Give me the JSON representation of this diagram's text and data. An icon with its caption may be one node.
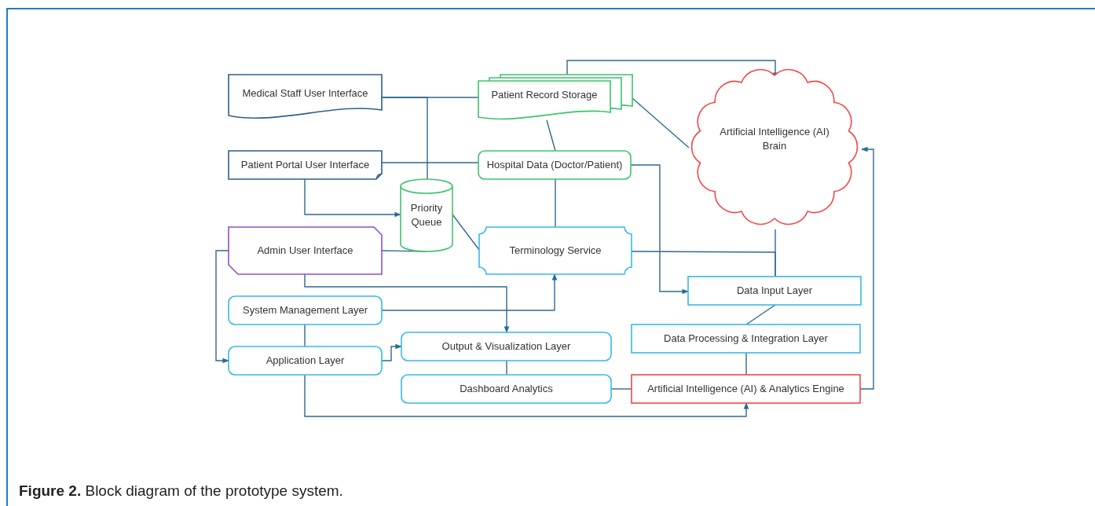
{
  "diagram": {
    "caption": "**Figure 2.** Block diagram of the prototype system.",
    "nodes": [
      {
        "text": [
          "Medical Staff User Interface"
        ]
      },
      {
        "text": [
          "Patient Record Storage"
        ]
      },
      {
        "text": [
          "Artificial Intelligence (AI) Brain"
        ]
      },
      {
        "text": [
          "Patient Portal User Interface"
        ]
      },
      {
        "text": [
          "Hospital Data (Doctor/Patient)"
        ]
      },
      {
        "text": [
          "Priority Queue"
        ]
      },
      {
        "text": [
          "Admin User Interface"
        ]
      },
      {
        "text": [
          "Terminology Service"
        ]
      },
      {
        "text": [
          "Data Input Layer"
        ]
      },
      {
        "text": [
          "System Management Layer"
        ]
      },
      {
        "text": [
          "Output & Visualization Layer"
        ]
      },
      {
        "text": [
          "Application Layer"
        ]
      },
      {
        "text": [
          "Data Processing & Integration Layer"
        ]
      },
      {
        "text": [
          "Dashboard Analytics"
        ]
      },
      {
        "text": [
          "Artificial Intelligence (AI) & Analytics Engine"
        ]
      }
    ],
    "edges": [
      {
        "from": 0,
        "to": 1,
        "arrow": "none"
      },
      {
        "from": 0,
        "to": 5,
        "arrow": "none"
      },
      {
        "from": 3,
        "to": 4,
        "arrow": "none"
      },
      {
        "from": 3,
        "to": 5,
        "arrow": "to"
      },
      {
        "from": 6,
        "to": 5,
        "arrow": "none"
      },
      {
        "from": 5,
        "to": 7,
        "arrow": "none"
      },
      {
        "from": 1,
        "to": 4,
        "arrow": "none"
      },
      {
        "from": 4,
        "to": 7,
        "arrow": "none"
      },
      {
        "from": 1,
        "to": 2,
        "arrow": "to"
      },
      {
        "from": 1,
        "to": 2,
        "arrow": "none"
      },
      {
        "from": 4,
        "to": 8,
        "arrow": "to"
      },
      {
        "from": 7,
        "to": 8,
        "arrow": "none"
      },
      {
        "from": 2,
        "to": 8,
        "arrow": "none"
      },
      {
        "from": 6,
        "to": 10,
        "arrow": "to"
      },
      {
        "from": 9,
        "to": 7,
        "arrow": "to"
      },
      {
        "from": 9,
        "to": 11,
        "arrow": "none"
      },
      {
        "from": 6,
        "to": 11,
        "arrow": "to"
      },
      {
        "from": 11,
        "to": 10,
        "arrow": "to"
      },
      {
        "from": 10,
        "to": 13,
        "arrow": "none"
      },
      {
        "from": 13,
        "to": 14,
        "arrow": "none"
      },
      {
        "from": 8,
        "to": 12,
        "arrow": "none"
      },
      {
        "from": 12,
        "to": 14,
        "arrow": "none"
      },
      {
        "from": 11,
        "to": 14,
        "arrow": "to"
      },
      {
        "from": 14,
        "to": 2,
        "arrow": "to"
      }
    ]
  }
}
